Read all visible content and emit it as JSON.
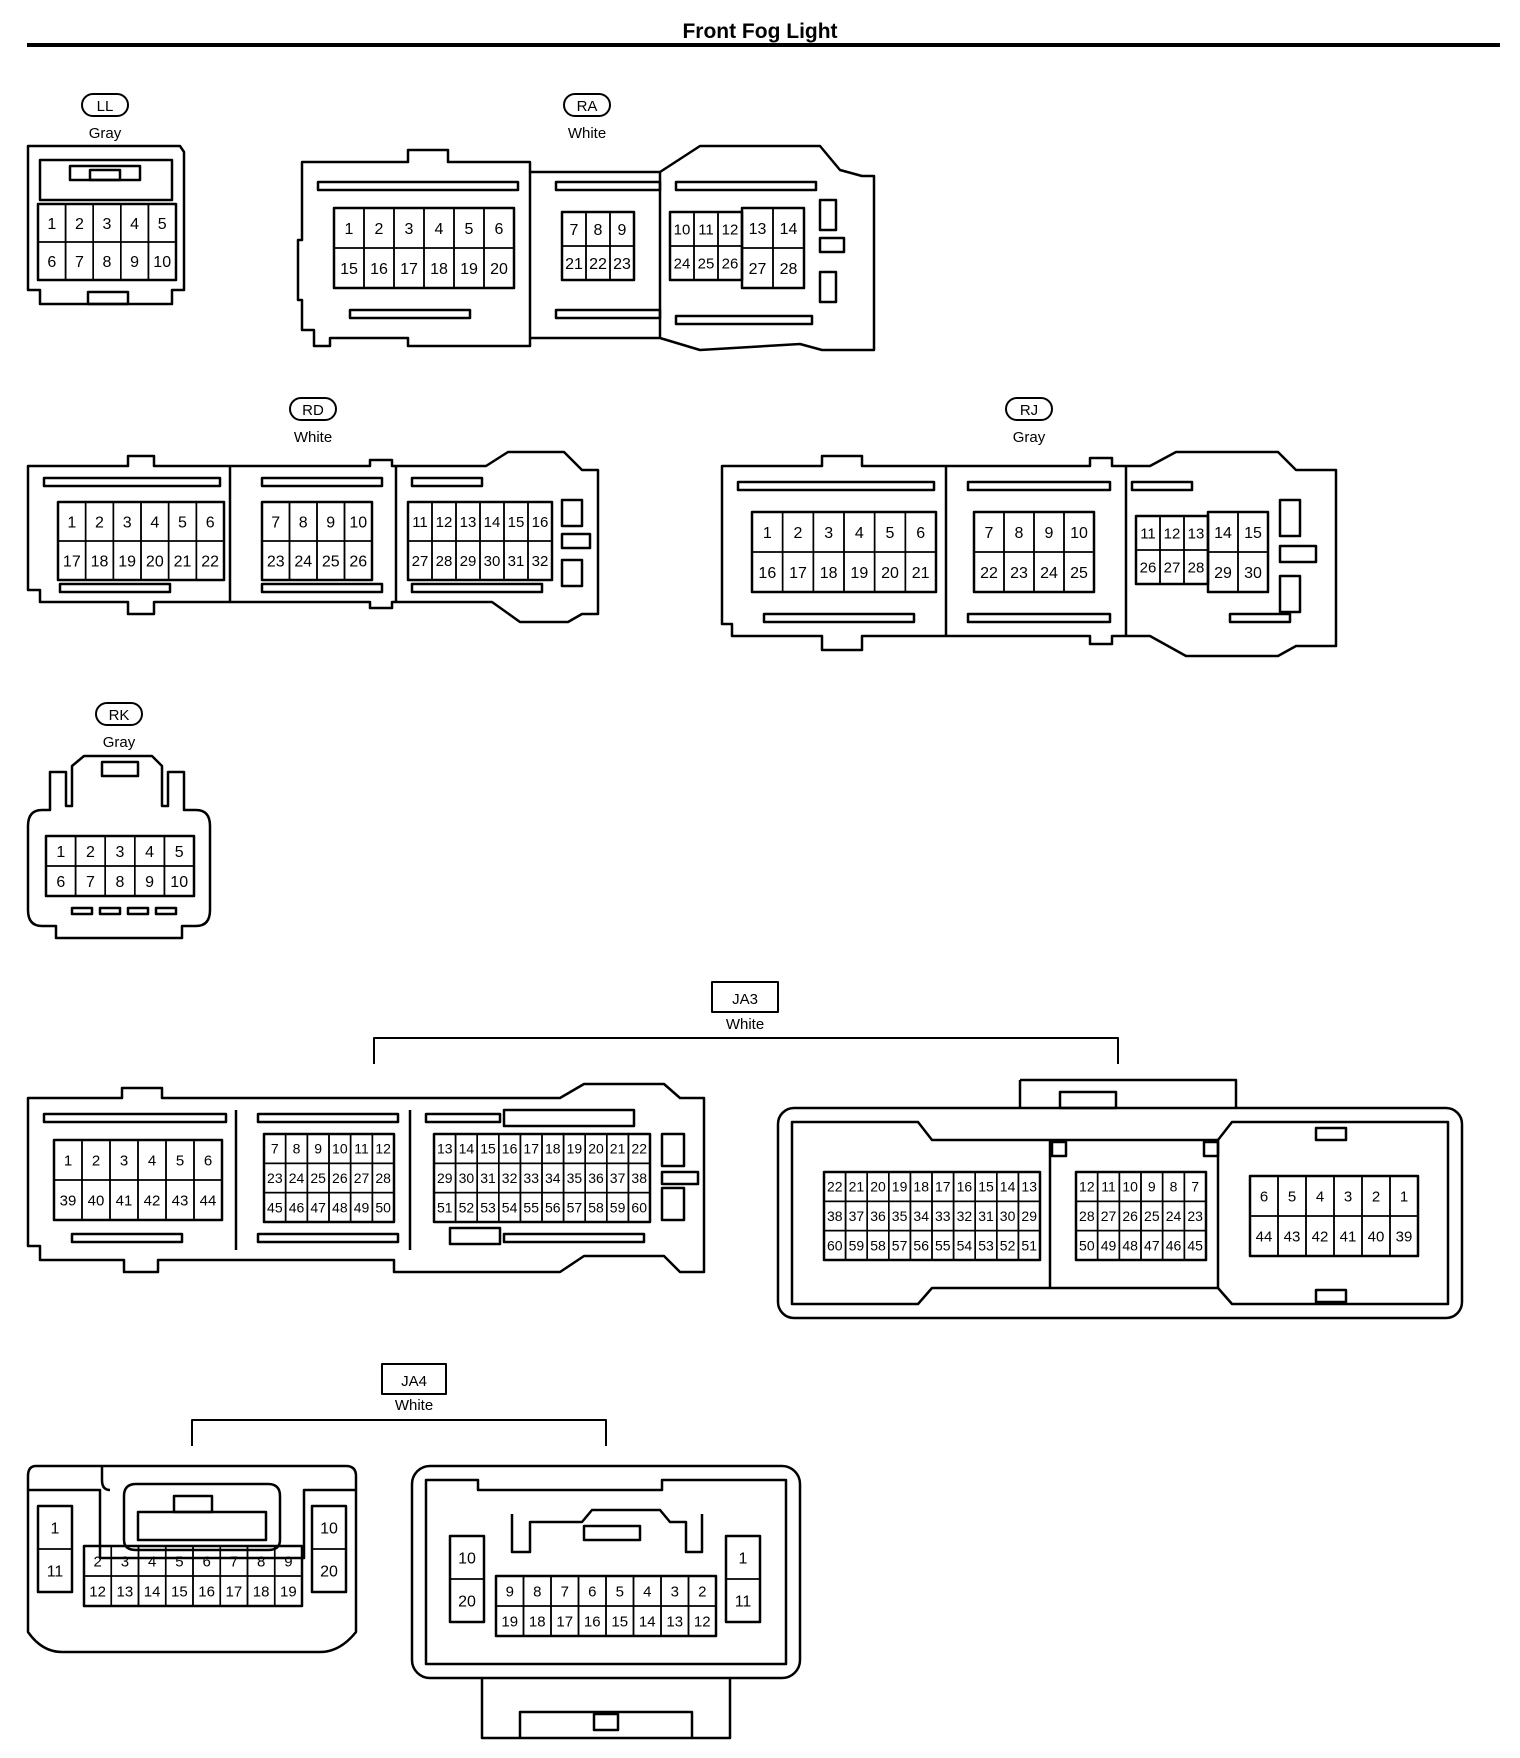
{
  "title": "Front Fog Light",
  "connectors": {
    "ll": {
      "code": "LL",
      "color": "Gray",
      "rows": [
        [
          "1",
          "2",
          "3",
          "4",
          "5"
        ],
        [
          "6",
          "7",
          "8",
          "9",
          "10"
        ]
      ]
    },
    "ra": {
      "code": "RA",
      "color": "White",
      "g1": [
        [
          "1",
          "2",
          "3",
          "4",
          "5",
          "6"
        ],
        [
          "15",
          "16",
          "17",
          "18",
          "19",
          "20"
        ]
      ],
      "g2": [
        [
          "7",
          "8",
          "9"
        ],
        [
          "21",
          "22",
          "23"
        ]
      ],
      "g3s": [
        [
          "10",
          "11",
          "12"
        ],
        [
          "24",
          "25",
          "26"
        ]
      ],
      "g3l": [
        [
          "13",
          "14"
        ],
        [
          "27",
          "28"
        ]
      ]
    },
    "rd": {
      "code": "RD",
      "color": "White",
      "g1": [
        [
          "1",
          "2",
          "3",
          "4",
          "5",
          "6"
        ],
        [
          "17",
          "18",
          "19",
          "20",
          "21",
          "22"
        ]
      ],
      "g2": [
        [
          "7",
          "8",
          "9",
          "10"
        ],
        [
          "23",
          "24",
          "25",
          "26"
        ]
      ],
      "g3": [
        [
          "11",
          "12",
          "13",
          "14",
          "15",
          "16"
        ],
        [
          "27",
          "28",
          "29",
          "30",
          "31",
          "32"
        ]
      ]
    },
    "rj": {
      "code": "RJ",
      "color": "Gray",
      "g1": [
        [
          "1",
          "2",
          "3",
          "4",
          "5",
          "6"
        ],
        [
          "16",
          "17",
          "18",
          "19",
          "20",
          "21"
        ]
      ],
      "g2": [
        [
          "7",
          "8",
          "9",
          "10"
        ],
        [
          "22",
          "23",
          "24",
          "25"
        ]
      ],
      "g3s": [
        [
          "11",
          "12",
          "13"
        ],
        [
          "26",
          "27",
          "28"
        ]
      ],
      "g3l": [
        [
          "14",
          "15"
        ],
        [
          "29",
          "30"
        ]
      ]
    },
    "rk": {
      "code": "RK",
      "color": "Gray",
      "rows": [
        [
          "1",
          "2",
          "3",
          "4",
          "5"
        ],
        [
          "6",
          "7",
          "8",
          "9",
          "10"
        ]
      ]
    },
    "ja3": {
      "code": "JA3",
      "color": "White",
      "left": {
        "g1": [
          [
            "1",
            "2",
            "3",
            "4",
            "5",
            "6"
          ],
          [
            "39",
            "40",
            "41",
            "42",
            "43",
            "44"
          ]
        ],
        "g2": [
          [
            "7",
            "8",
            "9",
            "10",
            "11",
            "12"
          ],
          [
            "23",
            "24",
            "25",
            "26",
            "27",
            "28"
          ],
          [
            "45",
            "46",
            "47",
            "48",
            "49",
            "50"
          ]
        ],
        "g3": [
          [
            "13",
            "14",
            "15",
            "16",
            "17",
            "18",
            "19",
            "20",
            "21",
            "22"
          ],
          [
            "29",
            "30",
            "31",
            "32",
            "33",
            "34",
            "35",
            "36",
            "37",
            "38"
          ],
          [
            "51",
            "52",
            "53",
            "54",
            "55",
            "56",
            "57",
            "58",
            "59",
            "60"
          ]
        ]
      },
      "right": {
        "g1": [
          [
            "22",
            "21",
            "20",
            "19",
            "18",
            "17",
            "16",
            "15",
            "14",
            "13"
          ],
          [
            "38",
            "37",
            "36",
            "35",
            "34",
            "33",
            "32",
            "31",
            "30",
            "29"
          ],
          [
            "60",
            "59",
            "58",
            "57",
            "56",
            "55",
            "54",
            "53",
            "52",
            "51"
          ]
        ],
        "g2": [
          [
            "12",
            "11",
            "10",
            "9",
            "8",
            "7"
          ],
          [
            "28",
            "27",
            "26",
            "25",
            "24",
            "23"
          ],
          [
            "50",
            "49",
            "48",
            "47",
            "46",
            "45"
          ]
        ],
        "g3": [
          [
            "6",
            "5",
            "4",
            "3",
            "2",
            "1"
          ],
          [
            "44",
            "43",
            "42",
            "41",
            "40",
            "39"
          ]
        ]
      }
    },
    "ja4": {
      "code": "JA4",
      "color": "White",
      "left": {
        "sideL": [
          [
            "1"
          ],
          [
            "11"
          ]
        ],
        "center": [
          [
            "2",
            "3",
            "4",
            "5",
            "6",
            "7",
            "8",
            "9"
          ],
          [
            "12",
            "13",
            "14",
            "15",
            "16",
            "17",
            "18",
            "19"
          ]
        ],
        "sideR": [
          [
            "10"
          ],
          [
            "20"
          ]
        ]
      },
      "right": {
        "sideL": [
          [
            "10"
          ],
          [
            "20"
          ]
        ],
        "center": [
          [
            "9",
            "8",
            "7",
            "6",
            "5",
            "4",
            "3",
            "2"
          ],
          [
            "19",
            "18",
            "17",
            "16",
            "15",
            "14",
            "13",
            "12"
          ]
        ],
        "sideR": [
          [
            "1"
          ],
          [
            "11"
          ]
        ]
      }
    }
  }
}
